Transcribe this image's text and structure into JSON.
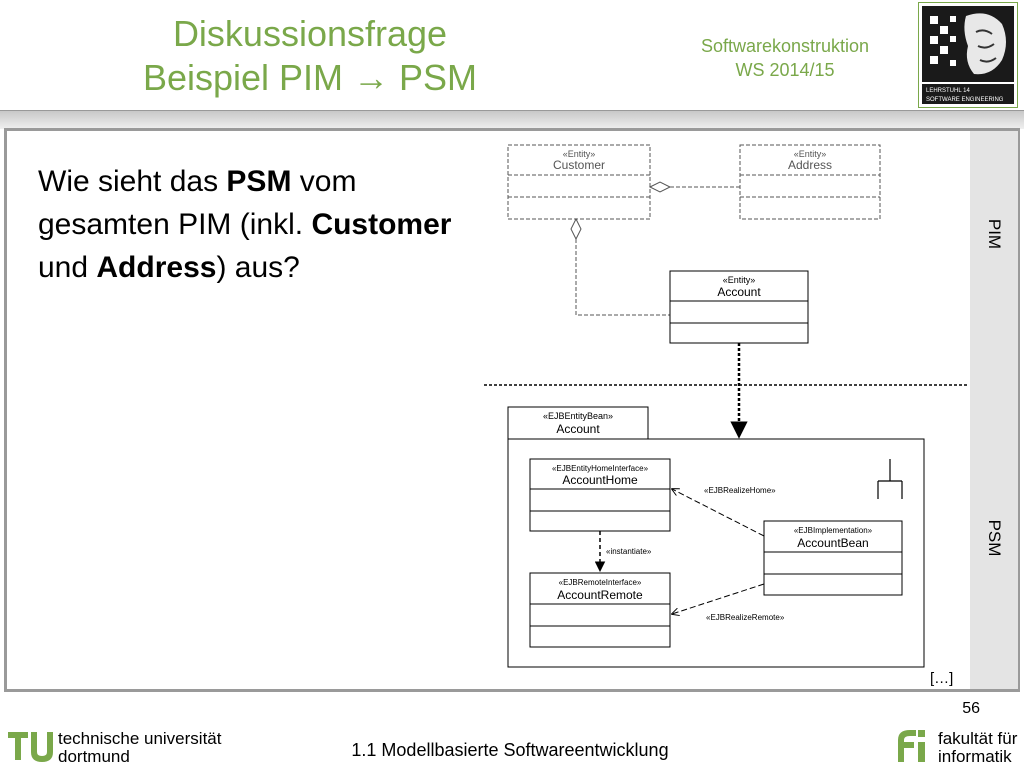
{
  "header": {
    "title_line1": "Diskussionsfrage",
    "title_line2": "Beispiel PIM → PSM",
    "course_line1": "Softwarekonstruktion",
    "course_line2": "WS 2014/15",
    "logo_lines": [
      "LEHRSTUHL 14",
      "SOFTWARE ENGINEERING"
    ]
  },
  "question": {
    "part1": "Wie sieht das ",
    "bold1": "PSM",
    "part2": " vom gesamten PIM (inkl. ",
    "bold2": "Customer",
    "part3": " und ",
    "bold3": "Address",
    "part4": ") aus?"
  },
  "side": {
    "pim": "PIM",
    "psm": "PSM"
  },
  "diagram": {
    "customer": {
      "stereotype": "«Entity»",
      "name": "Customer"
    },
    "address": {
      "stereotype": "«Entity»",
      "name": "Address"
    },
    "account_pim": {
      "stereotype": "«Entity»",
      "name": "Account"
    },
    "account_bean_pkg": {
      "stereotype": "«EJBEntityBean»",
      "name": "Account"
    },
    "account_home": {
      "stereotype": "«EJBEntityHomeInterface»",
      "name": "AccountHome"
    },
    "account_remote": {
      "stereotype": "«EJBRemoteInterface»",
      "name": "AccountRemote"
    },
    "account_bean": {
      "stereotype": "«EJBImplementation»",
      "name": "AccountBean"
    },
    "labels": {
      "realize_home": "«EJBRealizeHome»",
      "instantiate": "«instantiate»",
      "realize_remote": "«EJBRealizeRemote»"
    }
  },
  "ellipsis": "[…]",
  "page_number": "56",
  "footer": {
    "lecture": "1.1 Modellbasierte Softwareentwicklung",
    "uni_line1": "technische universität",
    "uni_line2": "dortmund",
    "fak_line1": "fakultät für",
    "fak_line2": "informatik"
  },
  "colors": {
    "accent": "#7aa84a",
    "frame": "#9a9a9a"
  }
}
